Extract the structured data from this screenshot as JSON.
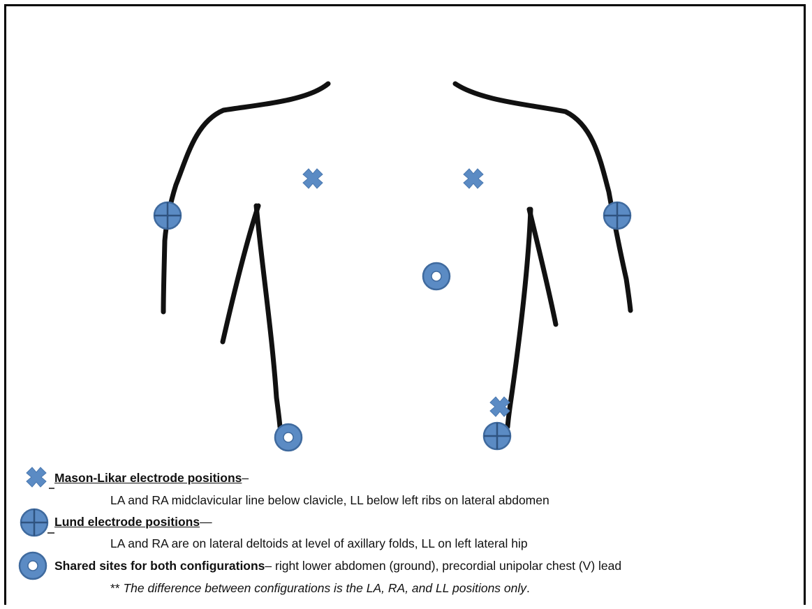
{
  "colors": {
    "marker_fill": "#5b8bc4",
    "marker_stroke": "#3f6a9e",
    "body_outline": "#111111",
    "background": "#ffffff"
  },
  "icons": {
    "mason_likar": "x-marker-icon",
    "lund": "crosshair-circle-marker-icon",
    "shared": "ring-marker-icon"
  },
  "legend": {
    "mason_likar": {
      "title": "Mason-Likar electrode positions",
      "dash": "–",
      "description": "LA and RA midclavicular line below clavicle, LL below left ribs on lateral abdomen"
    },
    "lund": {
      "title": "Lund electrode positions",
      "dash": "—",
      "description": "LA and RA are on lateral deltoids at level of axillary folds, LL on left lateral  hip"
    },
    "shared": {
      "title": "Shared sites for both configurations",
      "dash": "–",
      "description": " right lower abdomen (ground),  precordial unipolar chest (V) lead"
    },
    "note_prefix": "** ",
    "note": "The difference between configurations is the LA, RA, and LL positions only",
    "note_suffix": "."
  }
}
